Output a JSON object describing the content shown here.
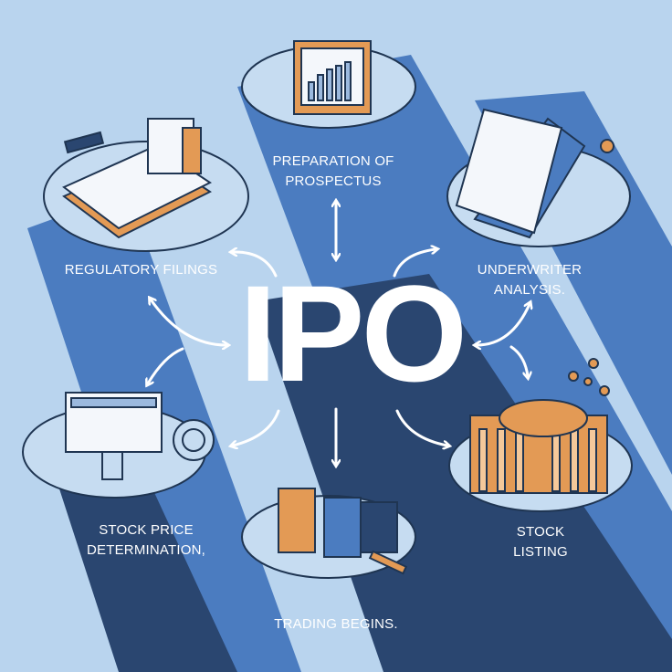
{
  "title": "IPO",
  "steps": {
    "prospectus": [
      "PREPARATION OF",
      "PROSPECTUS"
    ],
    "regulatory": "REGULATORY FILINGS",
    "underwriter": [
      "UNDERWRITER",
      "ANALYSIS."
    ],
    "price": [
      "STOCK PRICE",
      "DETERMINATION,"
    ],
    "listing": [
      "STOCK",
      "LISTING"
    ],
    "trading": "TRADING BEGINS."
  },
  "colors": {
    "background": "#b9d4ee",
    "band": "#4b7cc0",
    "dark": "#2a4670",
    "accent": "#e39a55",
    "platform": "#c6dcf1"
  }
}
